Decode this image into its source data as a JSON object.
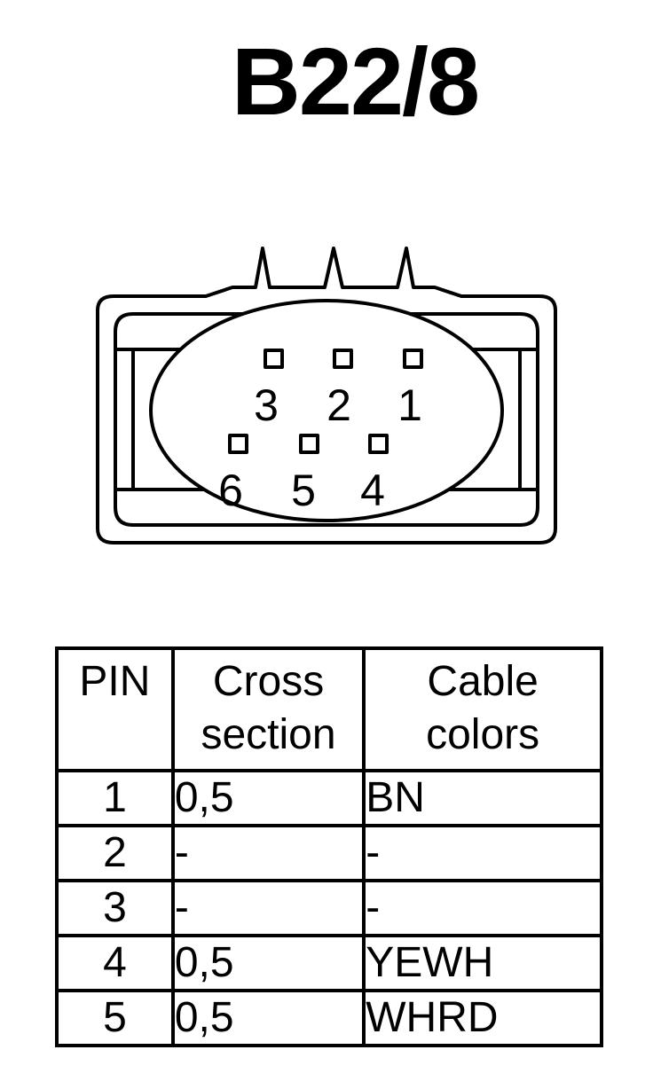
{
  "title": "B22/8",
  "connector": {
    "pins_top_row": [
      "3",
      "2",
      "1"
    ],
    "pins_bottom_row": [
      "6",
      "5",
      "4"
    ]
  },
  "table": {
    "headers": {
      "pin": "PIN",
      "cross_section": [
        "Cross",
        "section"
      ],
      "cable_colors": [
        "Cable",
        "colors"
      ]
    },
    "rows": [
      {
        "pin": "1",
        "cross_section": "0,5",
        "cable_color": "BN"
      },
      {
        "pin": "2",
        "cross_section": "-",
        "cable_color": "-"
      },
      {
        "pin": "3",
        "cross_section": "-",
        "cable_color": "-"
      },
      {
        "pin": "4",
        "cross_section": "0,5",
        "cable_color": "YEWH"
      },
      {
        "pin": "5",
        "cross_section": "0,5",
        "cable_color": "WHRD"
      }
    ]
  }
}
